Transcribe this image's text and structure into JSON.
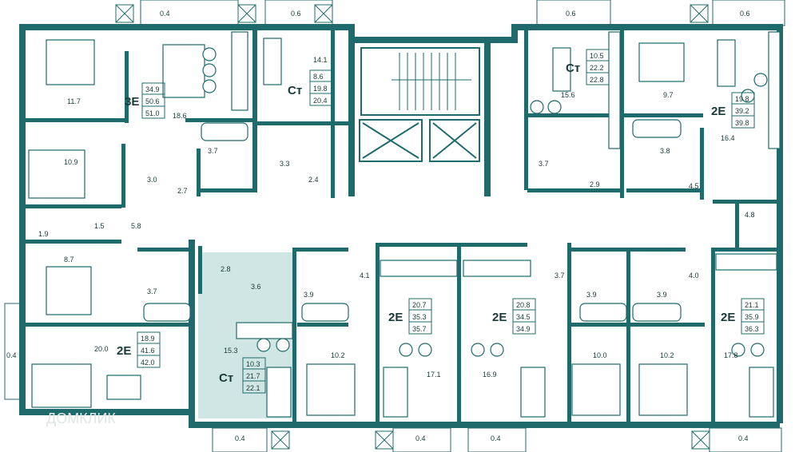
{
  "colors": {
    "wall": "#1f6b6b",
    "highlight": "#cfe6e4",
    "background": "#ffffff"
  },
  "watermark": "ДОМКЛИК",
  "apartments": [
    {
      "id": "a1",
      "type": "3Е",
      "areas": [
        "34.9",
        "50.6",
        "51.0"
      ]
    },
    {
      "id": "a2",
      "type": "Ст",
      "areas": [
        "8.6",
        "19.8",
        "20.4"
      ]
    },
    {
      "id": "a3",
      "type": "Ст",
      "areas": [
        "10.5",
        "22.2",
        "22.8"
      ]
    },
    {
      "id": "a4",
      "type": "2Е",
      "areas": [
        "19.8",
        "39.2",
        "39.8"
      ]
    },
    {
      "id": "a5",
      "type": "2Е",
      "areas": [
        "18.9",
        "41.6",
        "42.0"
      ]
    },
    {
      "id": "a6",
      "type": "Ст",
      "areas": [
        "10.3",
        "21.7",
        "22.1"
      ]
    },
    {
      "id": "a7",
      "type": "2Е",
      "areas": [
        "20.7",
        "35.3",
        "35.7"
      ]
    },
    {
      "id": "a8",
      "type": "2Е",
      "areas": [
        "20.8",
        "34.5",
        "34.9"
      ]
    },
    {
      "id": "a9",
      "type": "2Е",
      "areas": [
        "21.1",
        "35.9",
        "36.3"
      ]
    }
  ],
  "room_areas": [
    "0.4",
    "0.6",
    "0.6",
    "0.6",
    "11.7",
    "18.6",
    "14.1",
    "15.6",
    "9.7",
    "16.4",
    "10.9",
    "3.7",
    "3.0",
    "3.3",
    "2.7",
    "2.4",
    "3.7",
    "2.9",
    "3.8",
    "4.5",
    "4.8",
    "1.9",
    "1.5",
    "5.8",
    "8.7",
    "2.8",
    "3.6",
    "4.1",
    "3.7",
    "4.0",
    "3.7",
    "3.9",
    "3.9",
    "3.9",
    "0.4",
    "20.0",
    "15.3",
    "10.2",
    "17.1",
    "16.9",
    "10.0",
    "10.2",
    "17.8",
    "0.4",
    "0.4",
    "0.4",
    "0.4"
  ]
}
